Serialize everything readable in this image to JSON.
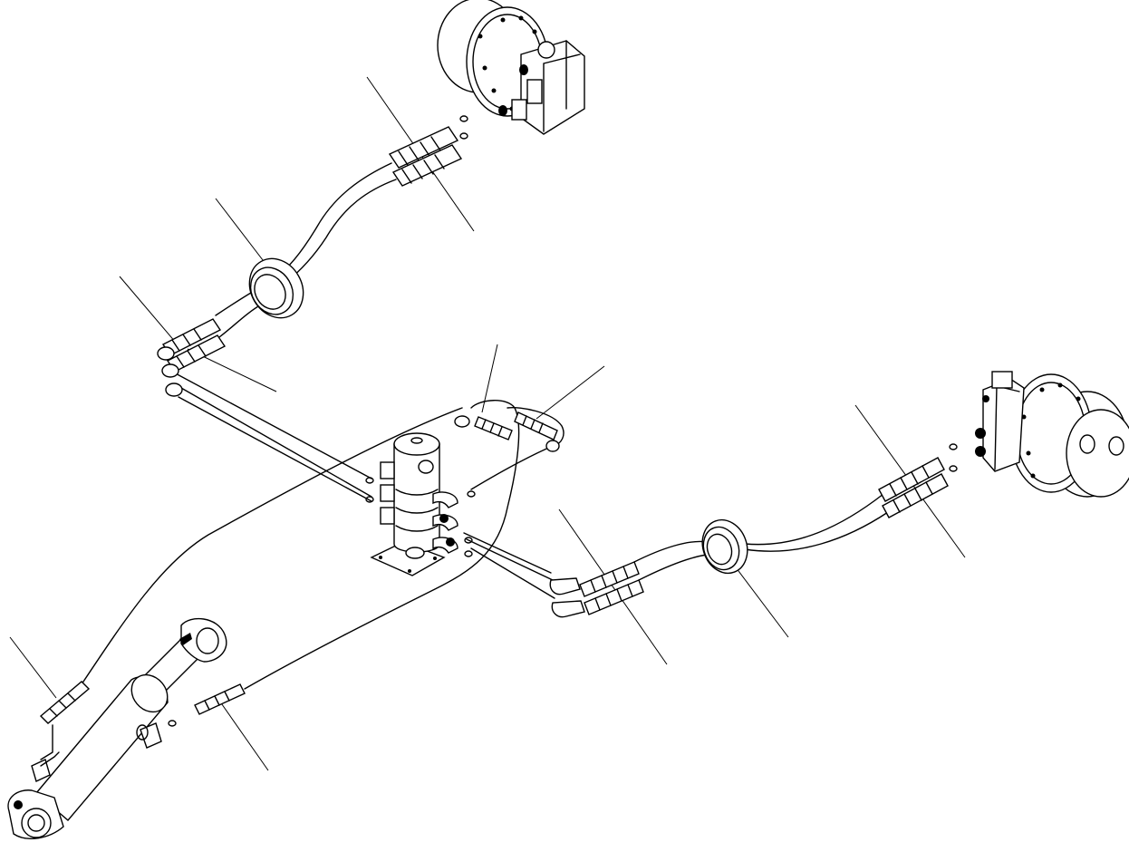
{
  "diagram": {
    "background": "#ffffff",
    "line_color": "#000000",
    "components": [
      {
        "id": "travel-motor-upper",
        "icon": "travel-motor-icon"
      },
      {
        "id": "travel-motor-right",
        "icon": "travel-motor-icon"
      },
      {
        "id": "swivel-joint",
        "icon": "swivel-joint-icon"
      },
      {
        "id": "grommet-upper",
        "icon": "grommet-icon"
      },
      {
        "id": "grommet-right",
        "icon": "grommet-icon"
      },
      {
        "id": "blade-cylinder",
        "icon": "hydraulic-cylinder-icon"
      },
      {
        "id": "hose-fittings-upper-motor",
        "icon": "hose-fitting-icon"
      },
      {
        "id": "hose-fittings-upper-left",
        "icon": "hose-fitting-icon"
      },
      {
        "id": "hose-fittings-center-top",
        "icon": "hose-fitting-icon"
      },
      {
        "id": "hose-fittings-center-right",
        "icon": "hose-fitting-icon"
      },
      {
        "id": "hose-fittings-right-motor",
        "icon": "hose-fitting-icon"
      },
      {
        "id": "hose-fittings-lower-middle",
        "icon": "hose-fitting-icon"
      },
      {
        "id": "hose-fitting-cylinder-left",
        "icon": "hose-fitting-icon"
      },
      {
        "id": "hose-fitting-cylinder-right",
        "icon": "hose-fitting-icon"
      }
    ],
    "leader_count": 11
  }
}
